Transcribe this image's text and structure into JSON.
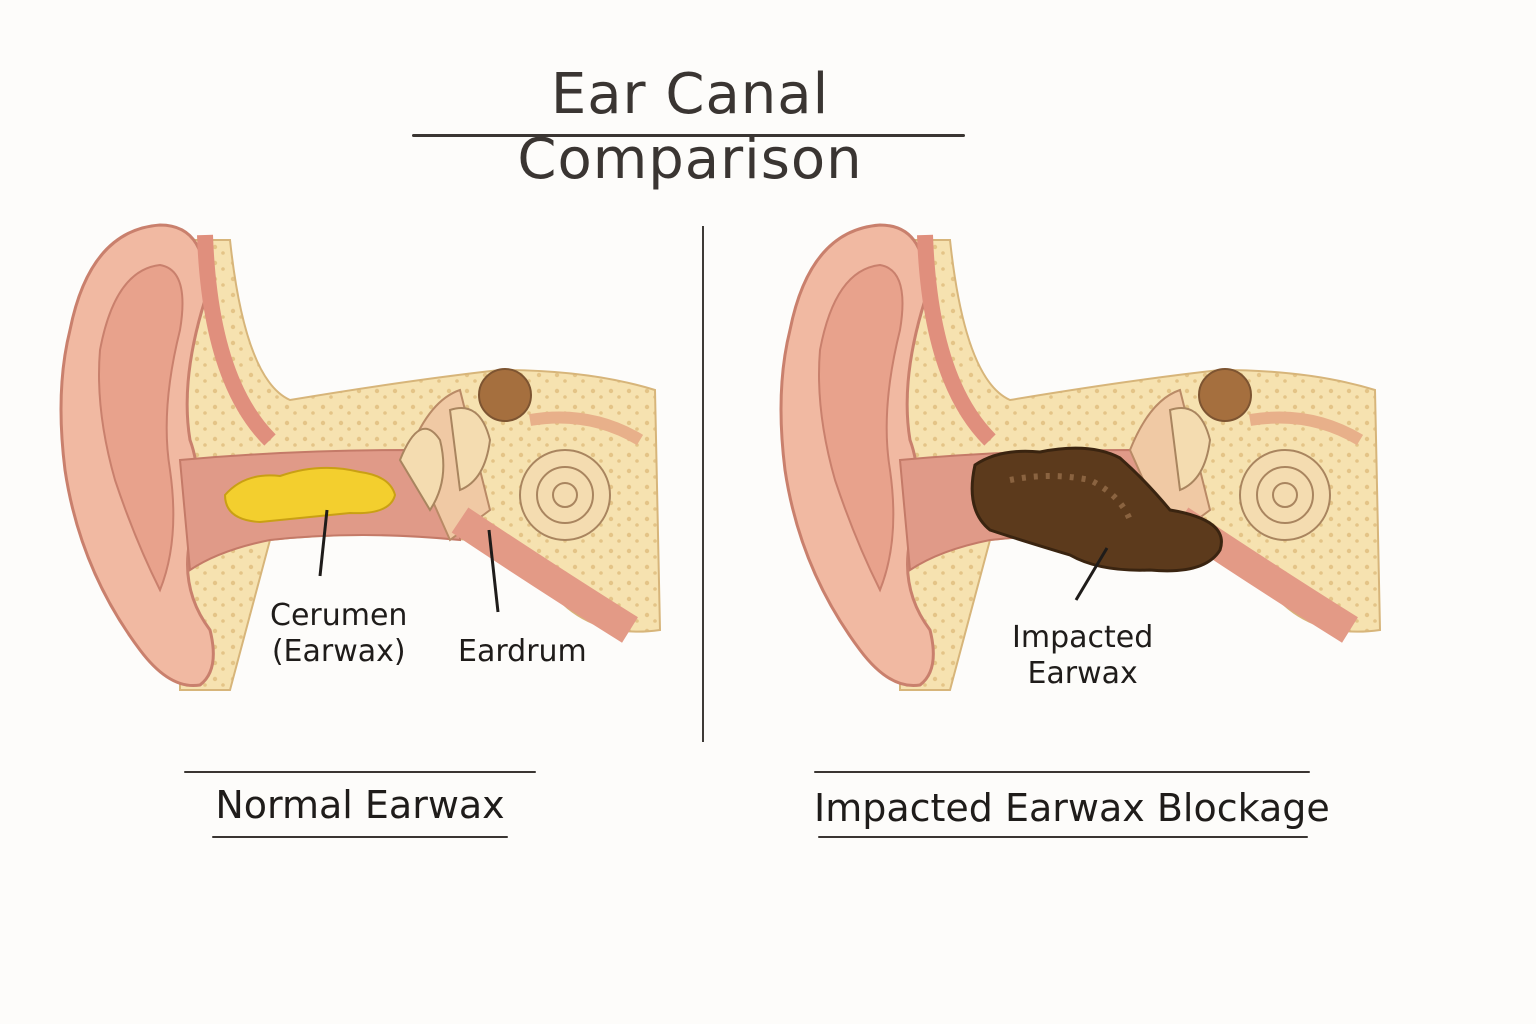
{
  "title": "Ear Canal Comparison",
  "panels": [
    {
      "caption": "Normal Earwax",
      "labels": {
        "cerumen_line1": "Cerumen",
        "cerumen_line2": "(Earwax)",
        "eardrum": "Eardrum"
      }
    },
    {
      "caption": "Impacted Earwax Blockage",
      "labels": {
        "impacted_line1": "Impacted",
        "impacted_line2": "Earwax"
      }
    }
  ],
  "colors": {
    "skin": "#f1b9a2",
    "skin_dark": "#d98c7a",
    "canal": "#e09a88",
    "bone": "#f6e2b0",
    "bone_dots": "#e6c98a",
    "normal_wax": "#f3cf2e",
    "impacted_wax": "#5c3a1c",
    "cochlea": "#f4dcb0"
  }
}
